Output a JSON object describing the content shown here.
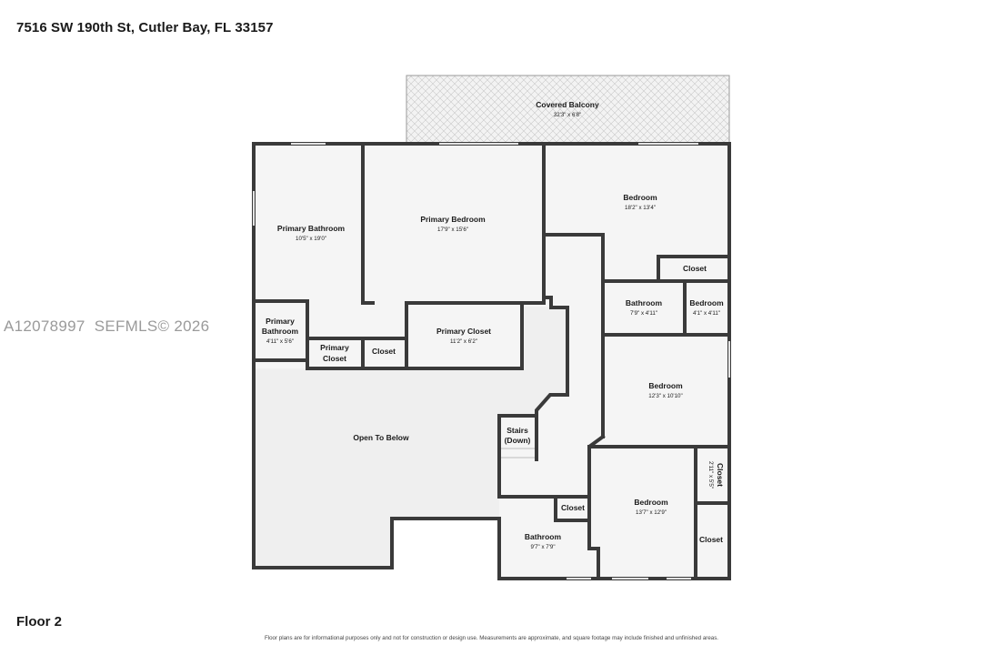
{
  "header": {
    "address": "7516 SW 190th St, Cutler Bay, FL 33157"
  },
  "footer": {
    "floor": "Floor 2",
    "disclaimer": "Floor plans are for informational purposes only and not for construction or design use. Measurements are approximate, and square footage may include finished and unfinished areas."
  },
  "watermark": {
    "id": "A12078997",
    "brand": "SEFMLS© 2026"
  },
  "rooms": {
    "covered_balcony": {
      "name": "Covered Balcony",
      "dims": "32'3\" x 6'8\""
    },
    "primary_bathroom": {
      "name": "Primary Bathroom",
      "dims": "10'5\" x 19'0\""
    },
    "primary_bedroom": {
      "name": "Primary Bedroom",
      "dims": "17'9\" x 15'6\""
    },
    "bedroom_1": {
      "name": "Bedroom",
      "dims": "18'2\" x 13'4\""
    },
    "closet_1": {
      "name": "Closet"
    },
    "bathroom_1": {
      "name": "Bathroom",
      "dims": "7'9\" x 4'11\""
    },
    "bedroom_small": {
      "name": "Bedroom",
      "dims": "4'1\" x 4'11\""
    },
    "primary_bathroom_2": {
      "name_line1": "Primary",
      "name_line2": "Bathroom",
      "dims": "4'11\" x 5'6\""
    },
    "primary_closet_small": {
      "name_line1": "Primary",
      "name_line2": "Closet"
    },
    "closet_2": {
      "name": "Closet"
    },
    "primary_closet": {
      "name": "Primary Closet",
      "dims": "11'2\" x 6'2\""
    },
    "bedroom_2": {
      "name": "Bedroom",
      "dims": "12'3\" x 10'10\""
    },
    "open_to_below": {
      "name": "Open To Below"
    },
    "stairs": {
      "name_line1": "Stairs",
      "name_line2": "(Down)"
    },
    "closet_rot": {
      "name": "Closet",
      "dims": "2'11\" x 5'5\""
    },
    "bedroom_3": {
      "name": "Bedroom",
      "dims": "13'7\" x 12'9\""
    },
    "closet_3": {
      "name": "Closet"
    },
    "closet_4": {
      "name": "Closet"
    },
    "bathroom_2": {
      "name": "Bathroom",
      "dims": "9'7\" x 7'9\""
    }
  },
  "colors": {
    "wall": "#3a3a3a",
    "floor_fill": "#f4f4f4",
    "open_fill": "#efefef",
    "balcony_fill": "#f2f2f2"
  }
}
